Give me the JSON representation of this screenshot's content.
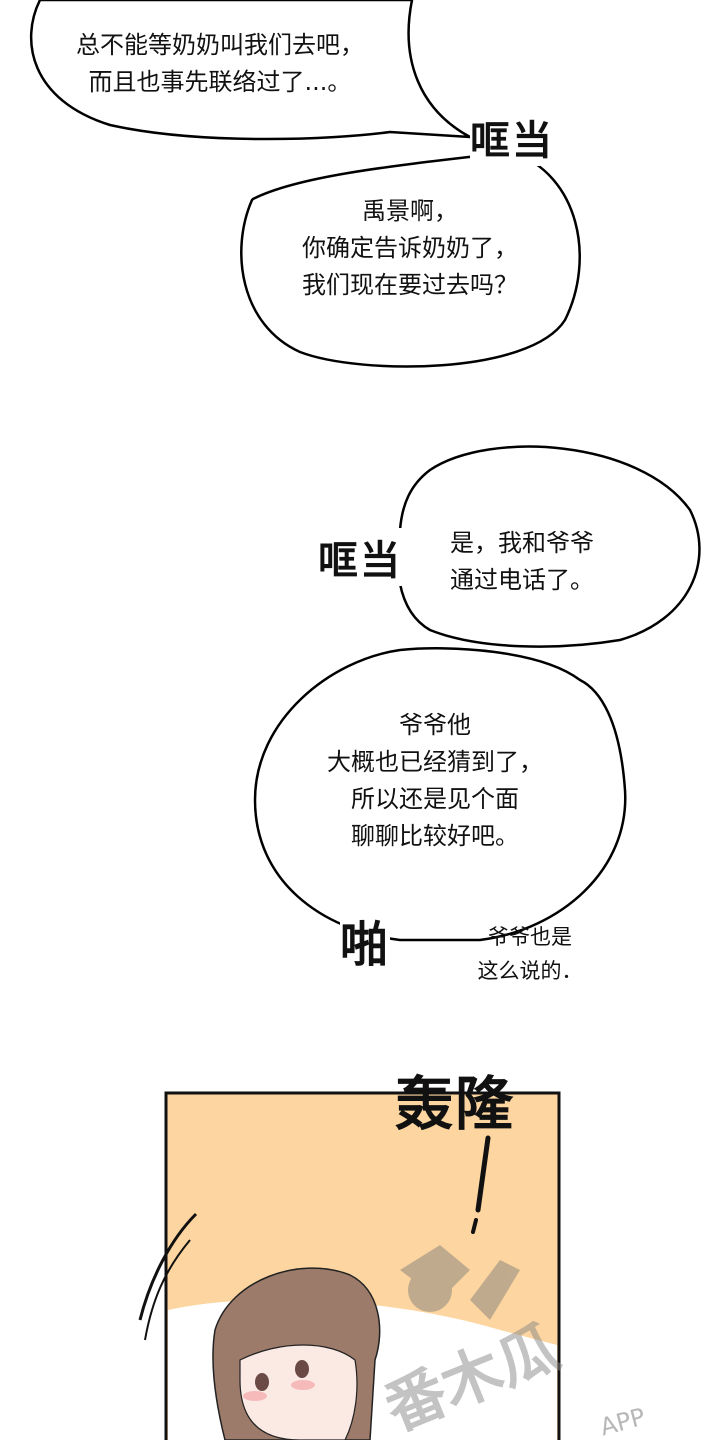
{
  "bubbles": [
    {
      "text": "总不能等奶奶叫我们去吧，\n而且也事先联络过了...。"
    },
    {
      "text": "禹景啊，\n你确定告诉奶奶了，\n我们现在要过去吗？"
    },
    {
      "text": "是，我和爷爷\n通过电话了。"
    },
    {
      "text": "爷爷他\n大概也已经猜到了，\n所以还是见个面\n聊聊比较好吧。"
    }
  ],
  "sound_effects": {
    "bang_1": "哐当",
    "bang_2": "哐当",
    "slap": "啪",
    "rumble": "轰隆",
    "exclaim": "!"
  },
  "aside": "爷爷也是\n这么说的．",
  "watermark": {
    "text": "番木瓜",
    "app": "APP"
  },
  "colors": {
    "panel_bg": "#FDD5A0",
    "hair": "#9C7B6A"
  }
}
